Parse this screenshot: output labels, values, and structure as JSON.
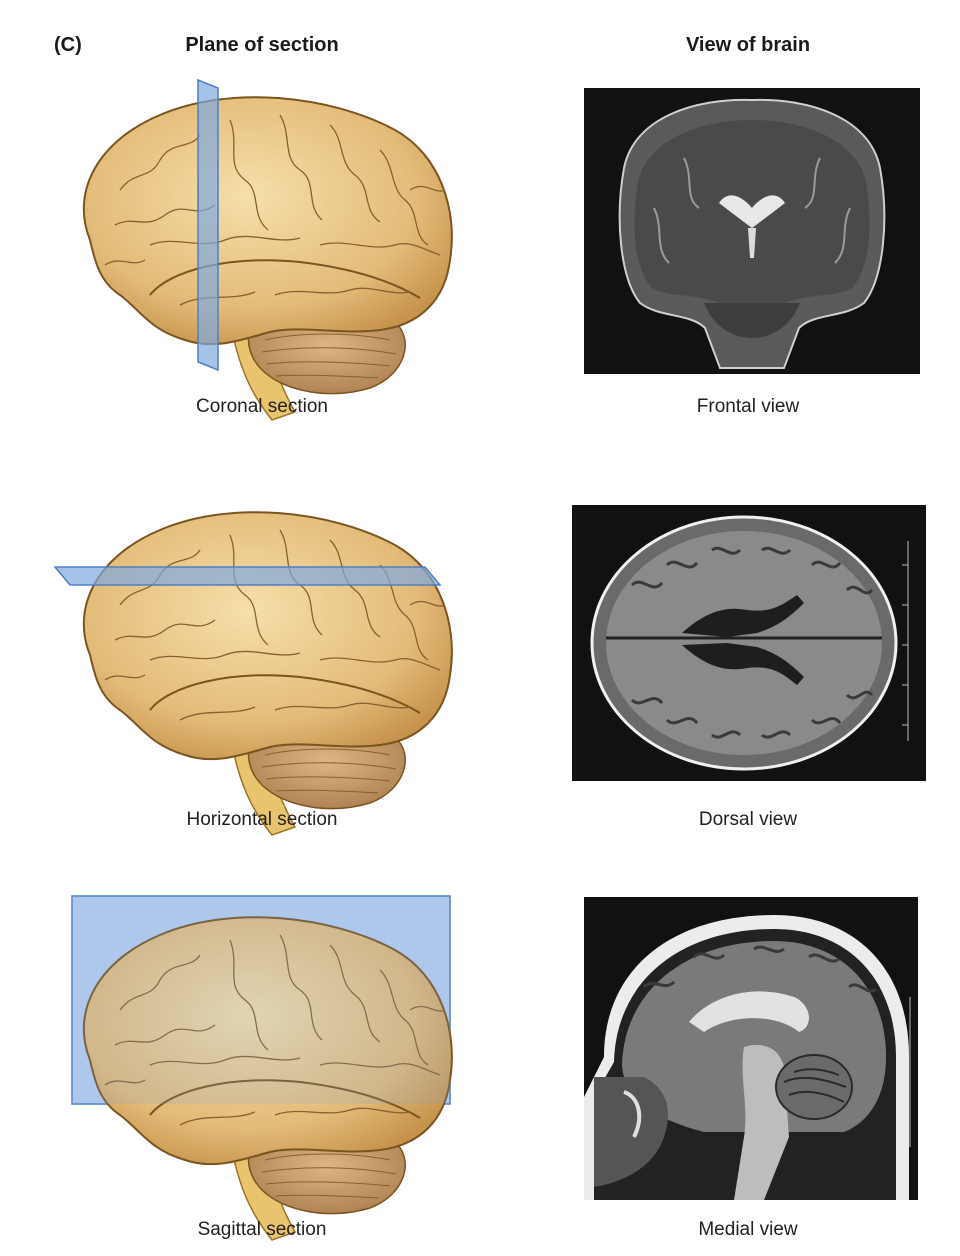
{
  "figure": {
    "panel_tag": "(C)",
    "column_left_heading": "Plane of section",
    "column_right_heading": "View of brain"
  },
  "rows": [
    {
      "section_caption": "Coronal section",
      "view_caption": "Frontal view",
      "plane": "coronal"
    },
    {
      "section_caption": "Horizontal section",
      "view_caption": "Dorsal view",
      "plane": "horizontal"
    },
    {
      "section_caption": "Sagittal section",
      "view_caption": "Medial view",
      "plane": "sagittal"
    }
  ],
  "colors": {
    "brain_fill": "#e7c587",
    "brain_shade": "#c99a52",
    "brain_line": "#7a5520",
    "cerebellum": "#c9a06a",
    "brainstem": "#e9c46f",
    "plane_blue": "#7fa9e0",
    "plane_edge": "#4f7fc4",
    "mri_bg": "#111111"
  }
}
